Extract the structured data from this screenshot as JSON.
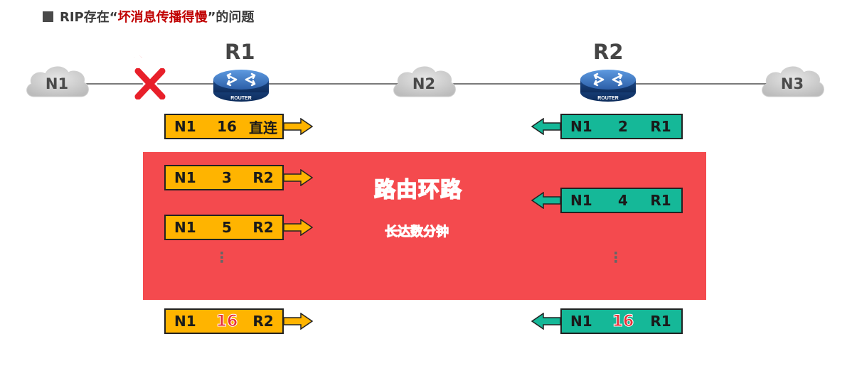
{
  "title": {
    "prefix": "RIP存在“",
    "highlight": "坏消息传播得慢",
    "suffix": "”的问题"
  },
  "networks": {
    "n1": "N1",
    "n2": "N2",
    "n3": "N3"
  },
  "fault": {
    "label": "故障",
    "icon": "x-mark-icon"
  },
  "routers": {
    "r1": "R1",
    "r2": "R2",
    "device_text": "ROUTER",
    "icon": "router-icon"
  },
  "loop": {
    "title": "路由环路",
    "subtitle": "长达数分钟"
  },
  "r1_entries": [
    {
      "net": "N1",
      "metric": "16",
      "next": "直连"
    },
    {
      "net": "N1",
      "metric": "3",
      "next": "R2"
    },
    {
      "net": "N1",
      "metric": "5",
      "next": "R2"
    },
    {
      "net": "N1",
      "metric": "16",
      "next": "R2"
    }
  ],
  "r2_entries": [
    {
      "net": "N1",
      "metric": "2",
      "next": "R1"
    },
    {
      "net": "N1",
      "metric": "4",
      "next": "R1"
    },
    {
      "net": "N1",
      "metric": "16",
      "next": "R1"
    }
  ],
  "ellipsis": {
    "r1": "⋮",
    "r2": "⋮"
  },
  "colors": {
    "r1_entry": "#ffb400",
    "r2_entry": "#15b898",
    "loop_area": "#f44a4e",
    "fault": "#e8202a",
    "title_highlight": "#c00000"
  }
}
